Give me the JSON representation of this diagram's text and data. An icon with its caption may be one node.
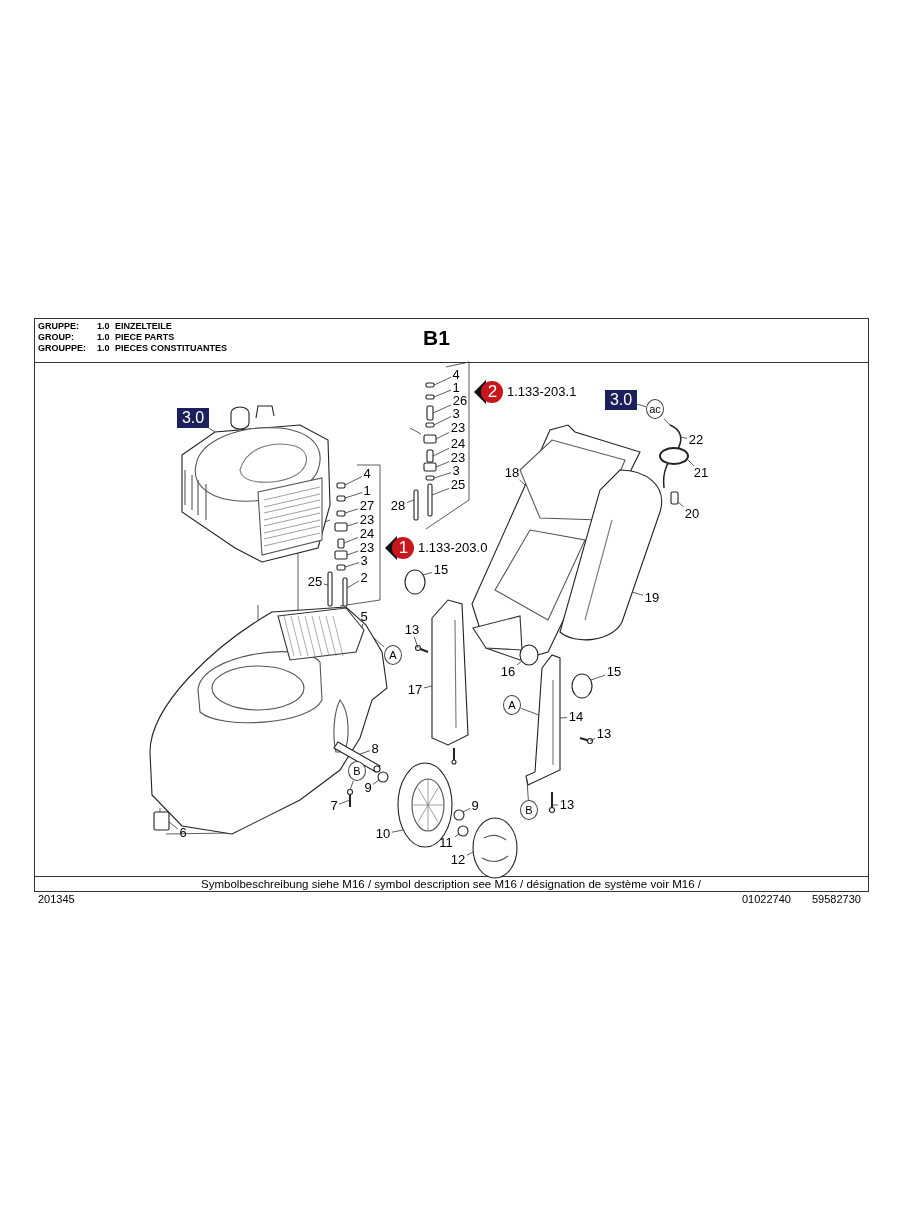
{
  "diagram": {
    "nodes": [
      {
        "text": [
          "4"
        ]
      },
      {
        "text": [
          "1"
        ]
      },
      {
        "text": [
          "2"
        ],
        "beside": [
          "1.133-203.1"
        ]
      },
      {
        "text": [
          "26"
        ]
      },
      {
        "text": [
          "3.0"
        ]
      },
      {
        "text": [
          "ac"
        ]
      },
      {
        "text": [
          "3"
        ]
      },
      {
        "text": [
          "3.0"
        ]
      },
      {
        "text": [
          "23"
        ]
      },
      {
        "text": [
          "22"
        ]
      },
      {
        "text": [
          "24"
        ]
      },
      {
        "text": [
          "23"
        ]
      },
      {
        "text": [
          "21"
        ]
      },
      {
        "text": [
          "3"
        ]
      },
      {
        "text": [
          "18"
        ]
      },
      {
        "text": [
          "4"
        ]
      },
      {
        "text": [
          "25"
        ]
      },
      {
        "text": [
          "1"
        ]
      },
      {
        "text": [
          "28"
        ]
      },
      {
        "text": [
          "27"
        ]
      },
      {
        "text": [
          "20"
        ]
      },
      {
        "text": [
          "23"
        ]
      },
      {
        "text": [
          "24"
        ]
      },
      {
        "text": [
          "1"
        ],
        "beside": [
          "1.133-203.0"
        ]
      },
      {
        "text": [
          "23"
        ]
      },
      {
        "text": [
          "3"
        ]
      },
      {
        "text": [
          "15"
        ]
      },
      {
        "text": [
          "2"
        ]
      },
      {
        "text": [
          "25"
        ]
      },
      {
        "text": [
          "19"
        ]
      },
      {
        "text": [
          "5"
        ]
      },
      {
        "text": [
          "13"
        ]
      },
      {
        "text": [
          "A"
        ]
      },
      {
        "text": [
          "16"
        ]
      },
      {
        "text": [
          "15"
        ]
      },
      {
        "text": [
          "17"
        ]
      },
      {
        "text": [
          "A"
        ]
      },
      {
        "text": [
          "14"
        ]
      },
      {
        "text": [
          "13"
        ]
      },
      {
        "text": [
          "8"
        ]
      },
      {
        "text": [
          "B"
        ]
      },
      {
        "text": [
          "9"
        ]
      },
      {
        "text": [
          "7"
        ]
      },
      {
        "text": [
          "9"
        ]
      },
      {
        "text": [
          "13"
        ]
      },
      {
        "text": [
          "6"
        ]
      },
      {
        "text": [
          "10"
        ]
      },
      {
        "text": [
          "11"
        ]
      },
      {
        "text": [
          "12"
        ]
      },
      {
        "text": [
          "B"
        ]
      },
      {
        "text": [],
        "shape": "box"
      },
      {
        "text": [],
        "shape": "box"
      },
      {
        "text": [],
        "shape": "box"
      },
      {
        "text": [],
        "shape": "box"
      },
      {
        "text": [],
        "shape": "box"
      },
      {
        "text": [],
        "shape": "box"
      },
      {
        "text": [],
        "shape": "box"
      },
      {
        "text": [],
        "shape": "box"
      },
      {
        "text": [],
        "shape": "box"
      },
      {
        "text": [],
        "shape": "box"
      },
      {
        "text": [],
        "shape": "box"
      },
      {
        "text": [],
        "shape": "box"
      },
      {
        "text": [],
        "shape": "box"
      },
      {
        "text": [],
        "shape": "box"
      },
      {
        "text": [],
        "shape": "box"
      },
      {
        "text": [],
        "shape": "box"
      },
      {
        "text": [],
        "shape": "box"
      },
      {
        "text": [],
        "shape": "box"
      },
      {
        "text": [],
        "shape": "box"
      },
      {
        "text": [],
        "shape": "picture"
      },
      {
        "text": [],
        "shape": "picture"
      },
      {
        "text": [],
        "shape": "circle"
      },
      {
        "text": [],
        "shape": "box"
      },
      {
        "text": [],
        "shape": "picture"
      },
      {
        "text": [],
        "shape": "picture"
      },
      {
        "text": [],
        "shape": "circle"
      },
      {
        "text": [],
        "shape": "picture"
      },
      {
        "text": [],
        "shape": "box"
      },
      {
        "text": [],
        "shape": "picture"
      },
      {
        "text": [],
        "shape": "picture"
      },
      {
        "text": [],
        "shape": "circle"
      },
      {
        "text": [],
        "shape": "circle"
      },
      {
        "text": [],
        "shape": "picture"
      },
      {
        "text": [],
        "shape": "picture"
      },
      {
        "text": [],
        "shape": "picture"
      },
      {
        "text": [],
        "shape": "picture"
      },
      {
        "text": [],
        "shape": "circle"
      },
      {
        "text": [],
        "shape": "picture"
      },
      {
        "text": [],
        "shape": "circle"
      },
      {
        "text": [],
        "shape": "circle"
      },
      {
        "text": [],
        "shape": "picture"
      },
      {
        "text": [],
        "shape": "picture"
      }
    ],
    "edges": [
      {
        "from": 0,
        "to": 50,
        "arrow": "none"
      },
      {
        "from": 1,
        "to": 51,
        "arrow": "none"
      },
      {
        "from": 3,
        "to": 52,
        "arrow": "none"
      },
      {
        "from": 4,
        "to": 5,
        "arrow": "none"
      },
      {
        "from": 5,
        "to": 70,
        "arrow": "none"
      },
      {
        "from": 6,
        "to": 53,
        "arrow": "none"
      },
      {
        "from": 7,
        "to": 69,
        "arrow": "none"
      },
      {
        "from": 8,
        "to": 54,
        "arrow": "none"
      },
      {
        "from": 9,
        "to": 70,
        "arrow": "none"
      },
      {
        "from": 10,
        "to": 55,
        "arrow": "none"
      },
      {
        "from": 11,
        "to": 56,
        "arrow": "none"
      },
      {
        "from": 12,
        "to": 71,
        "arrow": "none"
      },
      {
        "from": 13,
        "to": 57,
        "arrow": "none"
      },
      {
        "from": 14,
        "to": 73,
        "arrow": "none"
      },
      {
        "from": 15,
        "to": 60,
        "arrow": "none"
      },
      {
        "from": 16,
        "to": 58,
        "arrow": "none"
      },
      {
        "from": 17,
        "to": 61,
        "arrow": "none"
      },
      {
        "from": 18,
        "to": 59,
        "arrow": "none"
      },
      {
        "from": 19,
        "to": 62,
        "arrow": "none"
      },
      {
        "from": 20,
        "to": 72,
        "arrow": "none"
      },
      {
        "from": 21,
        "to": 63,
        "arrow": "none"
      },
      {
        "from": 22,
        "to": 64,
        "arrow": "none"
      },
      {
        "from": 24,
        "to": 65,
        "arrow": "none"
      },
      {
        "from": 25,
        "to": 66,
        "arrow": "none"
      },
      {
        "from": 26,
        "to": 75,
        "arrow": "none"
      },
      {
        "from": 27,
        "to": 67,
        "arrow": "none"
      },
      {
        "from": 28,
        "to": 68,
        "arrow": "none"
      },
      {
        "from": 29,
        "to": 74,
        "arrow": "none"
      },
      {
        "from": 30,
        "to": 76,
        "arrow": "none"
      },
      {
        "from": 31,
        "to": 78,
        "arrow": "none"
      },
      {
        "from": 32,
        "to": 76,
        "arrow": "none"
      },
      {
        "from": 33,
        "to": 80,
        "arrow": "none"
      },
      {
        "from": 34,
        "to": 81,
        "arrow": "none"
      },
      {
        "from": 35,
        "to": 79,
        "arrow": "none"
      },
      {
        "from": 36,
        "to": 82,
        "arrow": "none"
      },
      {
        "from": 37,
        "to": 82,
        "arrow": "none"
      },
      {
        "from": 38,
        "to": 83,
        "arrow": "none"
      },
      {
        "from": 39,
        "to": 84,
        "arrow": "none"
      },
      {
        "from": 40,
        "to": 85,
        "arrow": "none"
      },
      {
        "from": 41,
        "to": 86,
        "arrow": "none"
      },
      {
        "from": 42,
        "to": 85,
        "arrow": "none"
      },
      {
        "from": 43,
        "to": 88,
        "arrow": "none"
      },
      {
        "from": 44,
        "to": 91,
        "arrow": "none"
      },
      {
        "from": 45,
        "to": 77,
        "arrow": "none"
      },
      {
        "from": 46,
        "to": 87,
        "arrow": "none"
      },
      {
        "from": 47,
        "to": 89,
        "arrow": "none"
      },
      {
        "from": 48,
        "to": 90,
        "arrow": "none"
      },
      {
        "from": 49,
        "to": 82,
        "arrow": "none"
      }
    ],
    "labels": [
      "GRUPPE:",
      "1.0",
      "EINZELTEILE",
      "GROUP:",
      "1.0",
      "PIECE PARTS",
      "GROUPPE:",
      "1.0",
      "PIECES CONSTITUANTES",
      "B1",
      "Symbolbeschreibung siehe M16 / symbol description see M16 / désignation de système voir M16 /",
      "201345",
      "01022740",
      "59582730"
    ]
  }
}
